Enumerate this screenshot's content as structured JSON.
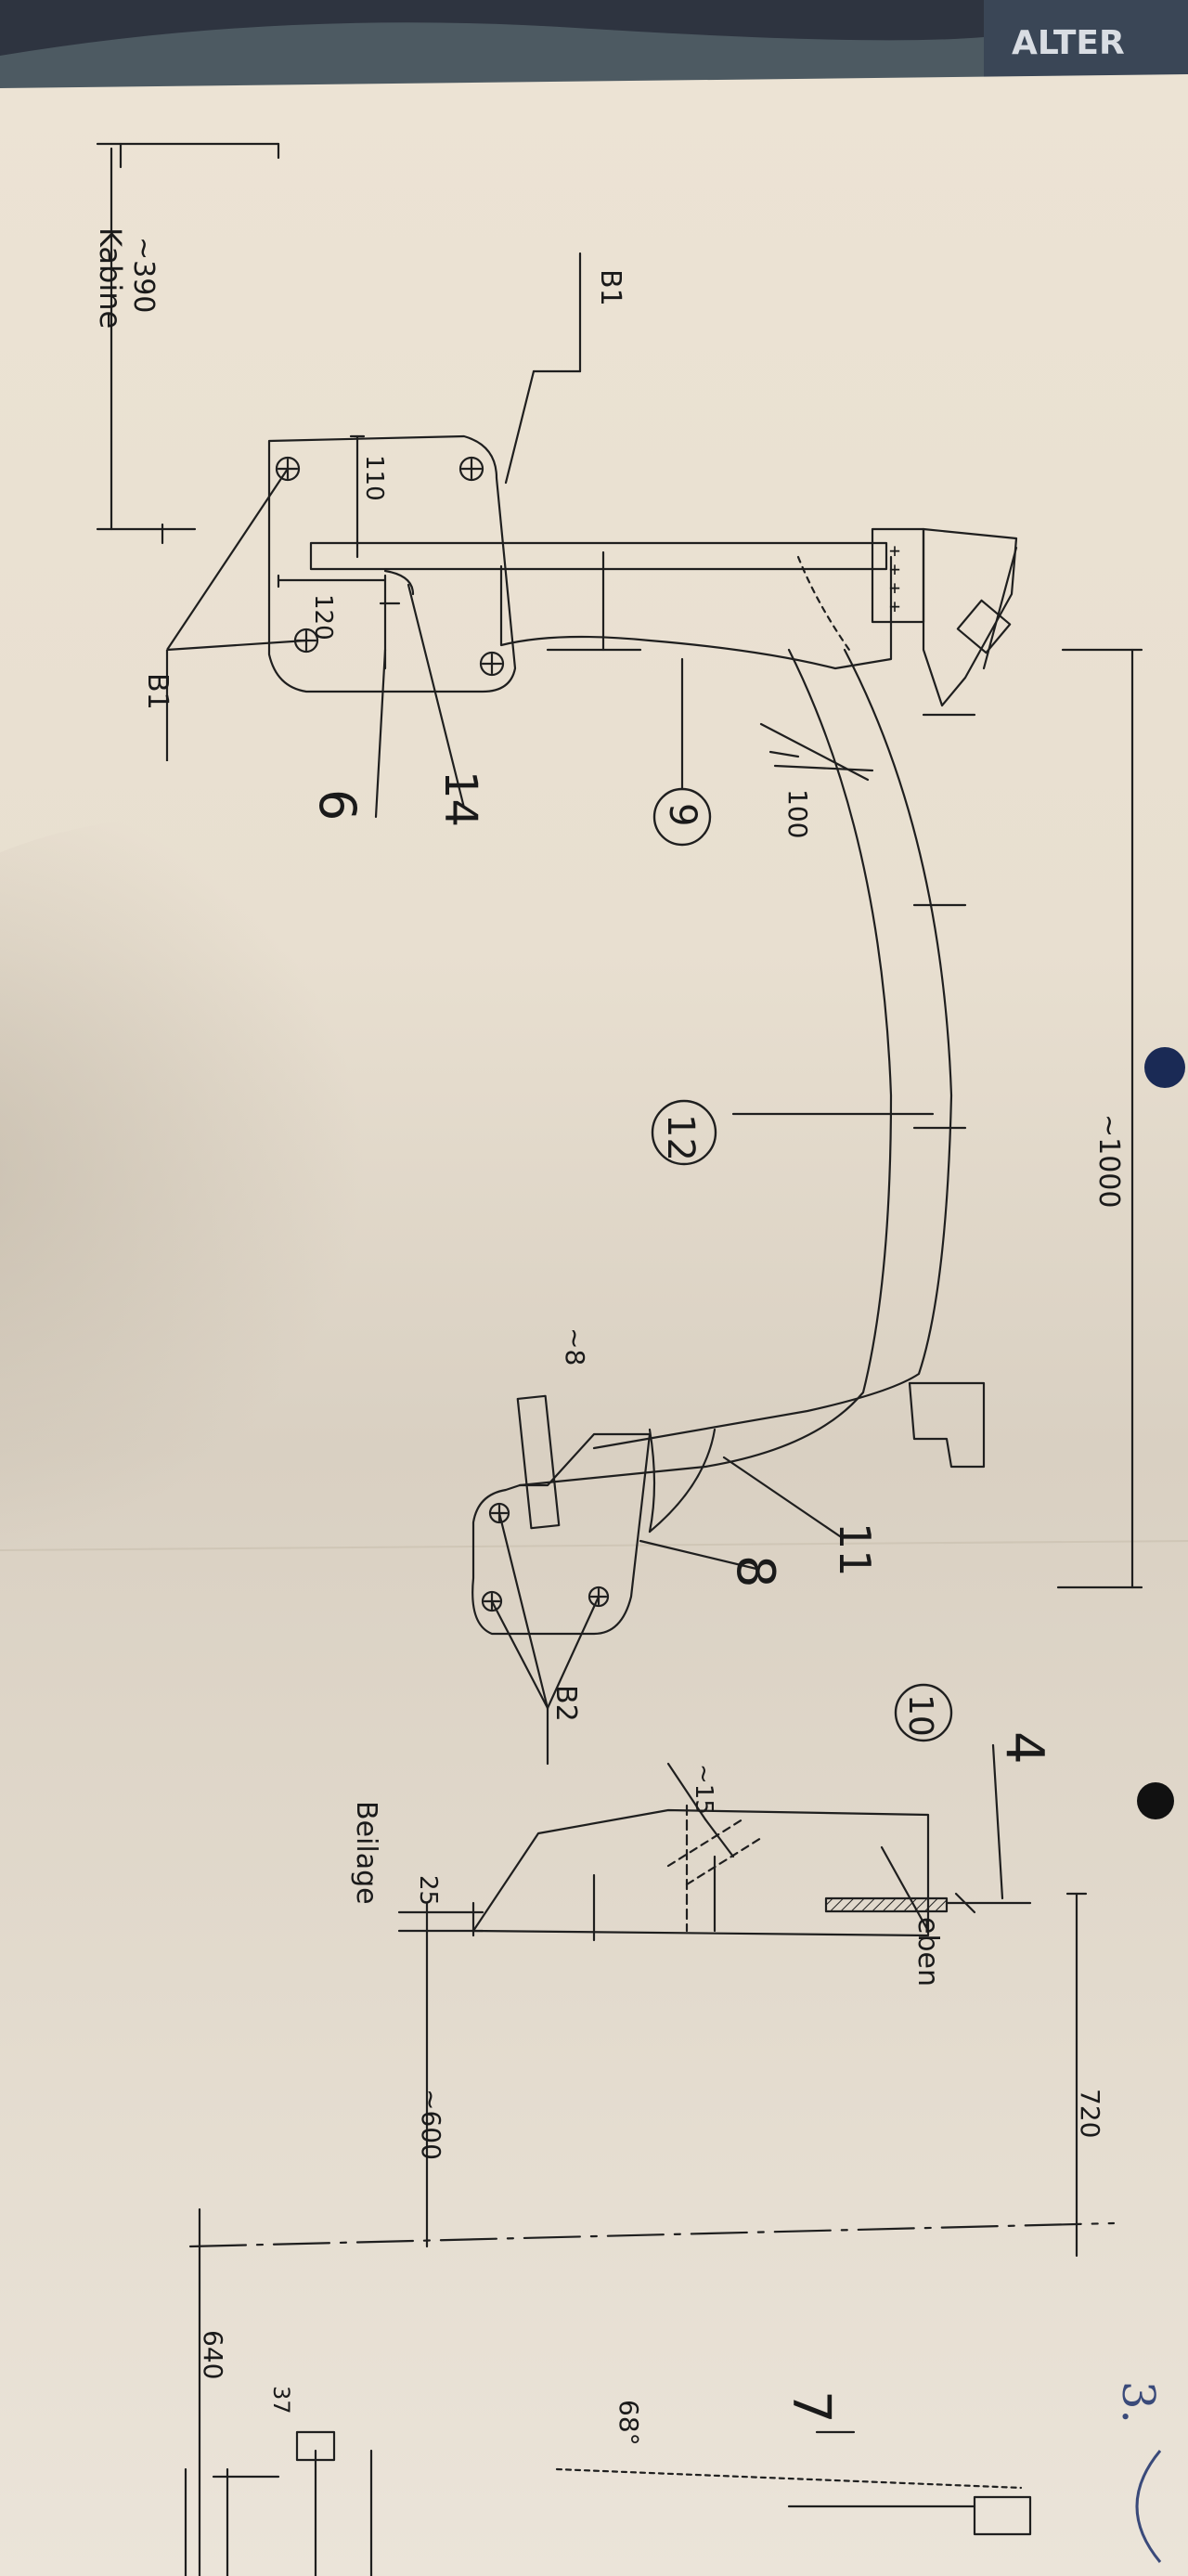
{
  "photo": {
    "paper_color": "#efe8dc",
    "ink_color": "#1f1f1f",
    "background_color": "#2b2a26",
    "corner_sign_text": "ALTER",
    "corner_handwriting": "3."
  },
  "drawing": {
    "labels": {
      "kabine": "Kabine",
      "b1_top": "B1",
      "b1_bottom": "B1",
      "b2": "B2",
      "beilage": "Beilage",
      "eben": "eben"
    },
    "dimensions": {
      "d390": "~390",
      "d1000": "~1000",
      "d110": "110",
      "d120": "120",
      "d100": "100",
      "d8": "~8",
      "d15": "~15",
      "d25": "25",
      "d600": "~600",
      "d720": "720",
      "d640": "640",
      "d37": "37",
      "angle68": "68°"
    },
    "parts": {
      "p4": "4",
      "p6": "6",
      "p7": "7",
      "p8": "8",
      "p9": "9",
      "p10": "10",
      "p11": "11",
      "p12": "12",
      "p14": "14"
    },
    "dots": {
      "count": 2,
      "color": "#1a2a55"
    }
  }
}
